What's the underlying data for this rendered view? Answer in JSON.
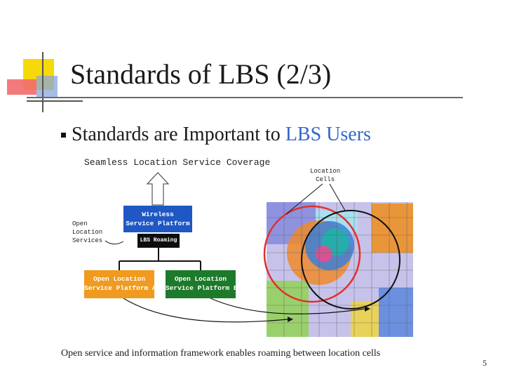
{
  "slide": {
    "title": "Standards of LBS (2/3)",
    "bullet_prefix": "Standards are Important to ",
    "bullet_highlight": "LBS Users",
    "caption": "Open service and information framework enables roaming between location cells",
    "page_number": "5"
  },
  "diagram": {
    "title": "Seamless Location Service Coverage",
    "cells_label_line1": "Location",
    "cells_label_line2": "Cells",
    "open_services_line1": "Open",
    "open_services_line2": "Location",
    "open_services_line3": "Services",
    "wsp_line1": "Wireless",
    "wsp_line2": "Service Platform",
    "roaming": "LBS Roaming",
    "platform_a_line1": "Open Location",
    "platform_a_line2": "Service Platform A",
    "platform_b_line1": "Open Location",
    "platform_b_line2": "Service Platform B"
  },
  "colors": {
    "accent_blue": "#3366cc",
    "wsp_box": "#1f57c4",
    "platform_a": "#f09a1f",
    "platform_b": "#1d7a2b",
    "logo_yellow": "#f5d90a",
    "logo_red": "#f04a4a"
  }
}
